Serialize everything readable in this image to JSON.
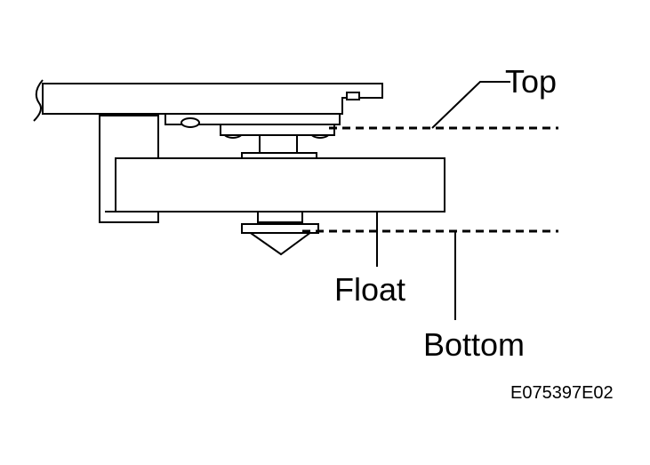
{
  "labels": {
    "top": "Top",
    "float": "Float",
    "bottom": "Bottom"
  },
  "figure_code": "E075397E02",
  "colors": {
    "ink": "#000000",
    "background": "#ffffff"
  }
}
